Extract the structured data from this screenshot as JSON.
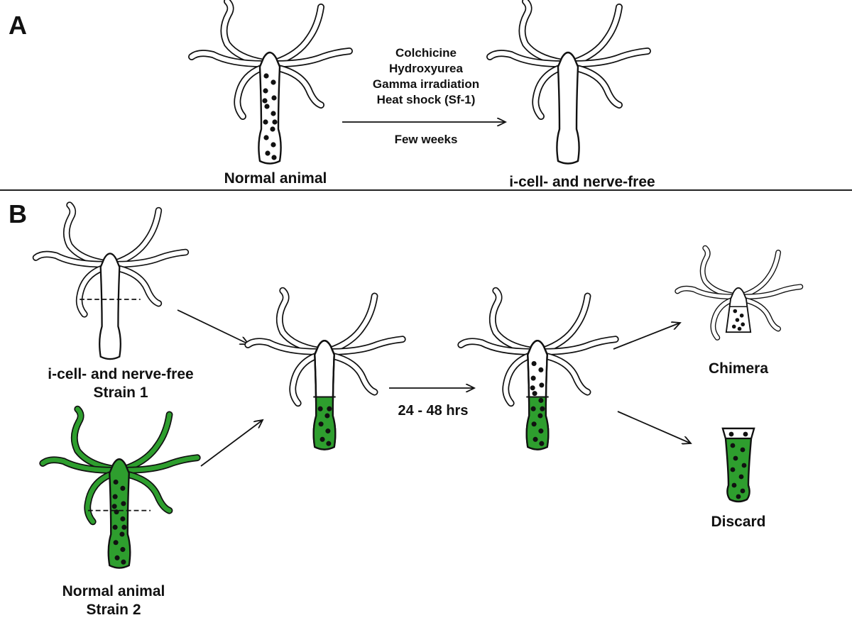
{
  "panel_a": {
    "letter": "A",
    "left_label": "Normal animal",
    "right_label": "i-cell- and nerve-free",
    "treatments": [
      "Colchicine",
      "Hydroxyurea",
      "Gamma irradiation",
      "Heat shock (Sf-1)"
    ],
    "duration": "Few weeks"
  },
  "panel_b": {
    "letter": "B",
    "strain1_line1": "i-cell- and nerve-free",
    "strain1_line2": "Strain 1",
    "strain2_line1": "Normal animal",
    "strain2_line2": "Strain 2",
    "interval": "24 - 48 hrs",
    "outcome_top": "Chimera",
    "outcome_bottom": "Discard"
  },
  "colors": {
    "green": "#2e9e2e",
    "outline": "#111111",
    "dot": "#111111"
  },
  "icons": [
    "hydra-normal-dotted",
    "hydra-empty",
    "hydra-green",
    "hydra-grafted",
    "hydra-chimera-head",
    "body-column-discard"
  ]
}
